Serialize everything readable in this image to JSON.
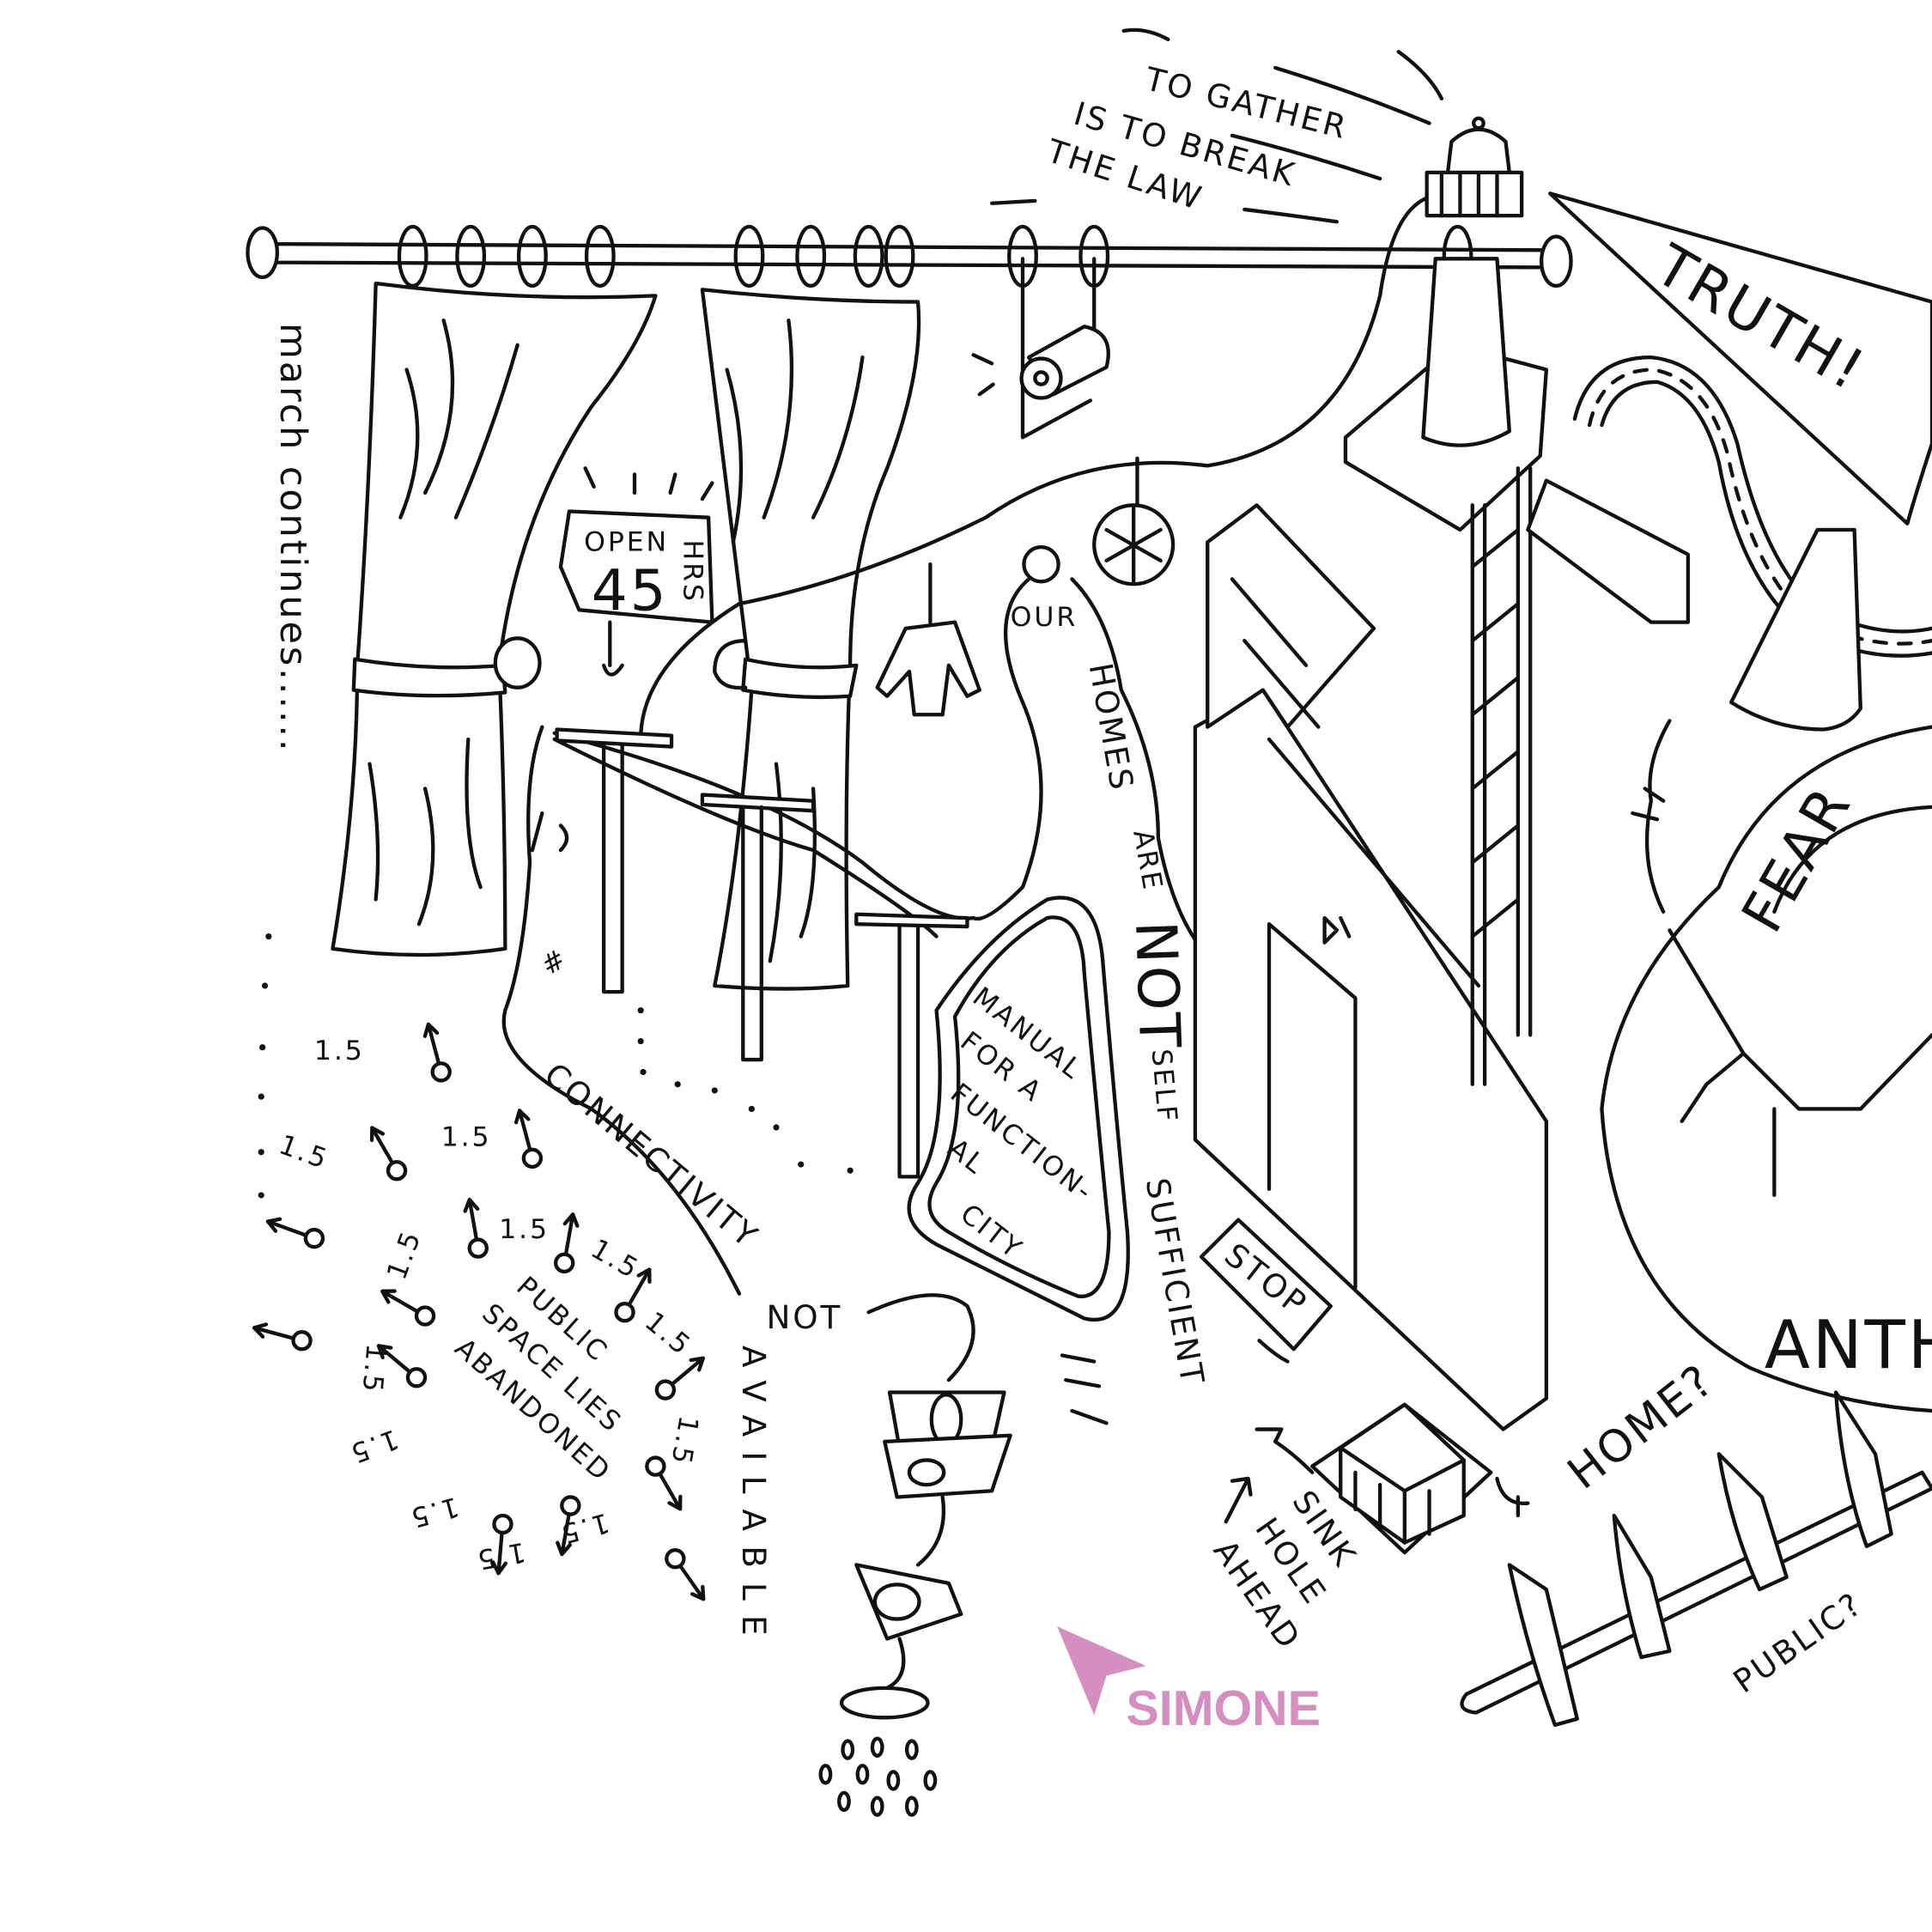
{
  "slogan": {
    "line1": "TO GATHER",
    "line2": "IS TO BREAK",
    "line3": "THE LAW"
  },
  "pennant": "TRUTH!",
  "open_sign": {
    "open": "OPEN",
    "hrs": "HRS",
    "hours": "45"
  },
  "side_note": "march continues......",
  "homes_path": {
    "our": "OUR",
    "homes": "HOMES",
    "are": "ARE",
    "not": "NOT",
    "self": "SELF",
    "sufficient": "SUFFICIENT"
  },
  "manual": {
    "line1": "MANUAL",
    "line2": "FOR A",
    "line3": "FUNCTION-",
    "line4": "AL",
    "line5": "CITY"
  },
  "connectivity": "CONNECTIVITY",
  "not_available": {
    "not": "NOT",
    "available": "AVAILABLE"
  },
  "public_space": {
    "line1": "PUBLIC",
    "line2": "SPACE LIES",
    "line3": "ABANDONED"
  },
  "distance_label": "1.5",
  "stop_sign": "STOP",
  "sinkhole": {
    "line1": "SINK",
    "line2": "HOLE",
    "line3": "AHEAD"
  },
  "home_question": "HOME?",
  "public_question": "PUBLIC?",
  "fear": "FEAR",
  "anth": "ANTH",
  "hash": "#",
  "cursor_label": "SIMONE",
  "colors": {
    "ink": "#111111",
    "cursor": "#d48fc0"
  }
}
